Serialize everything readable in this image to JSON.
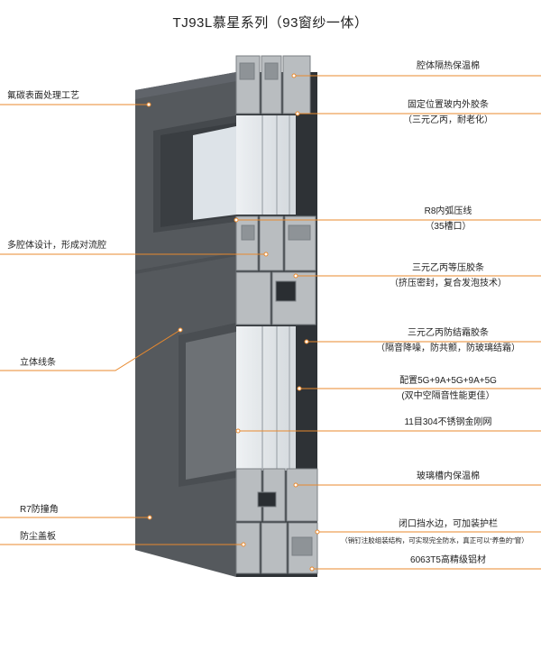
{
  "title": "TJ93L慕星系列（93窗纱一体）",
  "colors": {
    "leader": "#e8892e",
    "frame": "#54585c",
    "frame_dark": "#3c4044",
    "aluminum": "#b9bdc0",
    "glass": "#e9edf0",
    "screen": "#6c7074"
  },
  "left_labels": [
    {
      "text": "氟碳表面处理工艺"
    },
    {
      "text": "多腔体设计，形成对流腔"
    },
    {
      "text": "立体线条"
    },
    {
      "text": "R7防撞角"
    },
    {
      "text": "防尘盖板"
    }
  ],
  "right_labels": [
    {
      "lines": [
        "腔体隔热保温棉"
      ]
    },
    {
      "lines": [
        "固定位置玻内外胶条",
        "（三元乙丙，耐老化）"
      ]
    },
    {
      "lines": [
        "R8内弧压线",
        "（35槽口）"
      ]
    },
    {
      "lines": [
        "三元乙丙等压胶条",
        "（挤压密封，复合发泡技术）"
      ]
    },
    {
      "lines": [
        "三元乙丙防结霜胶条",
        "（隔音降噪，防共颤，防玻璃结霜）"
      ]
    },
    {
      "lines": [
        "配置5G+9A+5G+9A+5G",
        "(双中空隔音性能更佳）"
      ]
    },
    {
      "lines": [
        "11目304不锈钢金刚网"
      ]
    },
    {
      "lines": [
        "玻璃槽内保温棉"
      ]
    },
    {
      "lines": [
        "闭口挡水边，可加装护栏",
        "（销钉注胶组装结构，可实现完全防水，真正可以“养鱼的”窗）"
      ]
    },
    {
      "lines": [
        "6063T5高精级铝材"
      ]
    }
  ]
}
